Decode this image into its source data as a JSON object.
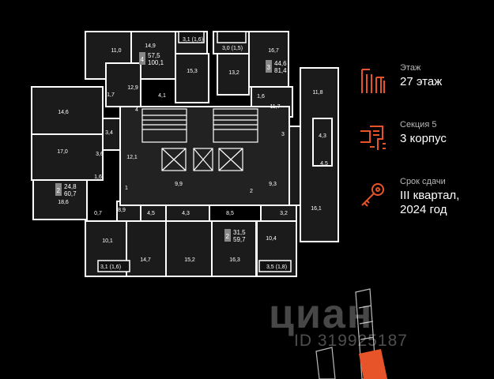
{
  "plan": {
    "rooms": [
      {
        "id": "r1",
        "label": "11,0"
      },
      {
        "id": "r2",
        "label": "14,9"
      },
      {
        "id": "r3",
        "label": "3,1 (1,6)"
      },
      {
        "id": "r4",
        "label": "3,0 (1,5)"
      },
      {
        "id": "r5",
        "label": "16,7"
      },
      {
        "id": "r6",
        "label": "15,3"
      },
      {
        "id": "r7",
        "label": "13,2"
      },
      {
        "id": "r8",
        "label": "12,9"
      },
      {
        "id": "r9",
        "label": "1,7"
      },
      {
        "id": "r10",
        "label": "4,1"
      },
      {
        "id": "r11",
        "label": "1,6"
      },
      {
        "id": "r12",
        "label": "11,7"
      },
      {
        "id": "r13",
        "label": "11,8"
      },
      {
        "id": "r14",
        "label": "14,6"
      },
      {
        "id": "r15",
        "label": "3,4"
      },
      {
        "id": "r16",
        "label": "17,0"
      },
      {
        "id": "r17",
        "label": "3,6"
      },
      {
        "id": "r18",
        "label": "4,3"
      },
      {
        "id": "r19",
        "label": "4,5"
      },
      {
        "id": "r20",
        "label": "12,1"
      },
      {
        "id": "r21",
        "label": "1,6"
      },
      {
        "id": "r22",
        "label": "9,9"
      },
      {
        "id": "r23",
        "label": "9,3"
      },
      {
        "id": "r24",
        "label": "18,6"
      },
      {
        "id": "r25",
        "label": "0,7"
      },
      {
        "id": "r26",
        "label": "8,9"
      },
      {
        "id": "r27",
        "label": "4,5"
      },
      {
        "id": "r28",
        "label": "4,3"
      },
      {
        "id": "r29",
        "label": "8,5"
      },
      {
        "id": "r30",
        "label": "3,2"
      },
      {
        "id": "r31",
        "label": "16,1"
      },
      {
        "id": "r32",
        "label": "10,1"
      },
      {
        "id": "r33",
        "label": "10,4"
      },
      {
        "id": "r34",
        "label": "14,7"
      },
      {
        "id": "r35",
        "label": "15,2"
      },
      {
        "id": "r36",
        "label": "16,3"
      },
      {
        "id": "r37",
        "label": "3,1 (1,6)"
      },
      {
        "id": "r38",
        "label": "3,5 (1,8)"
      },
      {
        "id": "n1",
        "label": "4"
      },
      {
        "id": "n2",
        "label": "1"
      },
      {
        "id": "n3",
        "label": "2"
      },
      {
        "id": "n4",
        "label": "3"
      }
    ],
    "apartments": [
      {
        "id": "a4",
        "rooms": "4",
        "area_living": "57,5",
        "area_total": "100,1"
      },
      {
        "id": "a3",
        "rooms": "3",
        "area_living": "44,6",
        "area_total": "81,4"
      },
      {
        "id": "a2w",
        "rooms": "2",
        "area_living": "24,8",
        "area_total": "60,7"
      },
      {
        "id": "a2s",
        "rooms": "2",
        "area_living": "31,5",
        "area_total": "59,7"
      }
    ]
  },
  "info": {
    "floor": {
      "label": "Этаж",
      "value": "27 этаж",
      "icon": "floor-icon"
    },
    "section": {
      "label": "Секция 5",
      "value": "3 корпус",
      "icon": "section-icon"
    },
    "deadline": {
      "label": "Срок сдачи",
      "value": "III квартал, 2024 год",
      "icon": "key-icon"
    }
  },
  "watermark": {
    "brand": "циан",
    "id": "ID 319925187"
  },
  "colors": {
    "background": "#000000",
    "accent": "#e8542a",
    "wall": "#ffffff",
    "room": "#1a1a1a"
  }
}
